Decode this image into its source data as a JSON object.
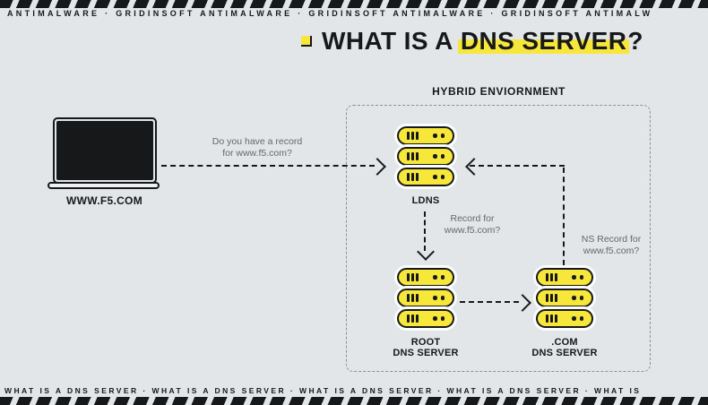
{
  "top_banner": {
    "text": "ANTIMALWARE · GRIDINSOFT ANTIMALWARE · GRIDINSOFT ANTIMALWARE · GRIDINSOFT ANTIMALW"
  },
  "title": {
    "prefix": "WHAT IS A ",
    "highlight": "DNS SERVER",
    "suffix": "?"
  },
  "diagram": {
    "box_label": "HYBRID ENVIORNMENT",
    "client_label": "WWW.F5.COM",
    "stacks": {
      "ldns": {
        "lines": [
          "LDNS"
        ]
      },
      "root": {
        "lines": [
          "ROOT",
          "DNS SERVER"
        ]
      },
      "com": {
        "lines": [
          ".COM",
          "DNS SERVER"
        ]
      }
    },
    "messages": {
      "query": {
        "lines": [
          "Do you have a record",
          "for www.f5.com?"
        ]
      },
      "record": {
        "lines": [
          "Record for",
          "www.f5.com?"
        ]
      },
      "ns_record": {
        "lines": [
          "NS Record for",
          "www.f5.com?"
        ]
      }
    }
  },
  "bottom_banner": {
    "text": "WHAT IS A DNS SERVER · WHAT IS A DNS SERVER · WHAT IS A DNS SERVER · WHAT IS A DNS SERVER · WHAT IS"
  },
  "colors": {
    "background": "#e2e6e9",
    "ink": "#17181a",
    "accent_yellow": "#f7e73b",
    "muted_text": "#63686c"
  }
}
